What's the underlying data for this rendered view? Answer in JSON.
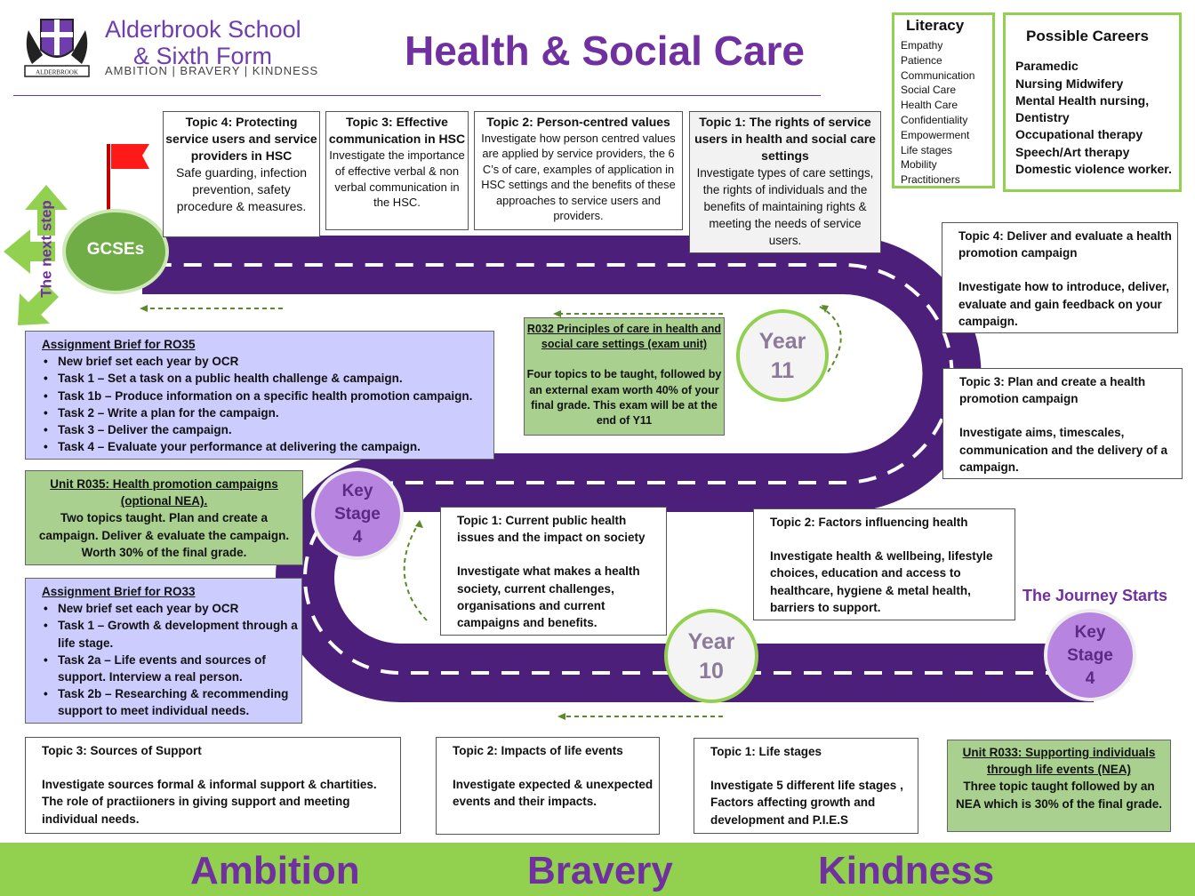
{
  "header": {
    "school_line1": "Alderbrook School",
    "school_line2": "& Sixth Form",
    "motto": "AMBITION | BRAVERY | KINDNESS",
    "crest_text": "ALDERBROOK",
    "title": "Health & Social Care"
  },
  "literacy": {
    "heading": "Literacy",
    "words": [
      "Empathy",
      "Patience",
      "Communication",
      "Social Care",
      "Health Care",
      "Confidentiality",
      "Empowerment",
      "Life stages",
      "Mobility",
      "Practitioners"
    ]
  },
  "careers": {
    "heading": "Possible Careers",
    "items": [
      "Paramedic",
      "Nursing Midwifery",
      "Mental Health nursing,",
      "Dentistry",
      "Occupational therapy",
      "Speech/Art therapy",
      "Domestic violence worker."
    ]
  },
  "road": {
    "gcse": "GCSEs",
    "next_step": "The next step",
    "year11_line1": "Year",
    "year11_line2": "11",
    "year10_line1": "Year",
    "year10_line2": "10",
    "ks4_left_1": "Key",
    "ks4_left_2": "Stage",
    "ks4_left_3": "4",
    "ks4_right_1": "Key",
    "ks4_right_2": "Stage",
    "ks4_right_3": "4",
    "journey_starts": "The Journey Starts"
  },
  "y11_topics": [
    {
      "title": "Topic 4: Protecting service users and service providers in HSC",
      "body": "Safe guarding, infection prevention, safety procedure & measures."
    },
    {
      "title": "Topic 3: Effective communication in HSC",
      "body": "Investigate the importance of effective verbal & non verbal communication in the HSC."
    },
    {
      "title": "Topic 2: Person-centred values",
      "body": "Investigate how person centred values are applied by service providers, the 6 C’s of care, examples of application in HSC settings and the benefits of these approaches to service users and providers."
    },
    {
      "title": "Topic 1: The rights of service users in health and social care settings",
      "body": "Investigate types of care settings, the rights of individuals and the benefits of maintaining rights & meeting the needs of service users."
    }
  ],
  "r035_topics": [
    {
      "title": "Topic 4: Deliver and evaluate a health promotion campaign",
      "body": "Investigate how to introduce, deliver, evaluate and gain feedback on your campaign."
    },
    {
      "title": "Topic 3: Plan and create a health promotion campaign",
      "body": "Investigate aims, timescales, communication and the delivery of a campaign."
    }
  ],
  "r032": {
    "title": "R032 Principles of care in health and social care settings (exam unit)",
    "body": "Four topics to be taught, followed by an external exam worth 40% of your final grade. This exam will be at the end of Y11"
  },
  "brief_r035": {
    "title": "Assignment Brief for RO35",
    "tasks": [
      "New brief set each year by OCR",
      "Task 1 – Set a task on a public health challenge & campaign.",
      "Task 1b – Produce information on a specific health promotion campaign.",
      "Task 2 – Write a plan for the campaign.",
      "Task 3 – Deliver the campaign.",
      "Task 4 – Evaluate your performance at delivering the campaign."
    ]
  },
  "unit_r035": {
    "title": "Unit R035: Health promotion campaigns (optional NEA).",
    "body": "Two topics taught. Plan and create a campaign. Deliver & evaluate the campaign. Worth 30% of the final grade."
  },
  "brief_r033": {
    "title": "Assignment Brief for RO33",
    "tasks": [
      "New brief set each year by OCR",
      "Task 1 – Growth & development through a life stage.",
      "Task 2a – Life events and sources of support. Interview a real person.",
      "Task 2b – Researching & recommending support to meet individual needs."
    ]
  },
  "y10_topics": [
    {
      "title": "Topic 1: Current public health issues and the impact on society",
      "body": "Investigate what makes a health society, current challenges, organisations and current campaigns and benefits."
    },
    {
      "title": "Topic 2: Factors influencing health",
      "body": "Investigate health & wellbeing, lifestyle choices, education and access to healthcare, hygiene & metal health, barriers to support."
    }
  ],
  "r033_topics": [
    {
      "title": "Topic 3: Sources of Support",
      "body": "Investigate sources formal & informal support & chartities. The role of practiioners in giving support and meeting individual needs."
    },
    {
      "title": "Topic 2: Impacts of life events",
      "body": "Investigate expected & unexpected events and their impacts."
    },
    {
      "title": "Topic 1: Life stages",
      "body": "Investigate 5 different life stages , Factors affecting growth and development and P.I.E.S"
    }
  ],
  "unit_r033": {
    "title": "Unit R033: Supporting individuals through life events (NEA)",
    "body": "Three topic taught followed by an NEA which is 30% of the final grade."
  },
  "footer": {
    "w1": "Ambition",
    "w2": "Bravery",
    "w3": "Kindness"
  },
  "colors": {
    "purple": "#7030a0",
    "road": "#4b1f7a",
    "lime": "#92d050",
    "green_box": "#a9d08e",
    "lavender": "#ccccff"
  }
}
